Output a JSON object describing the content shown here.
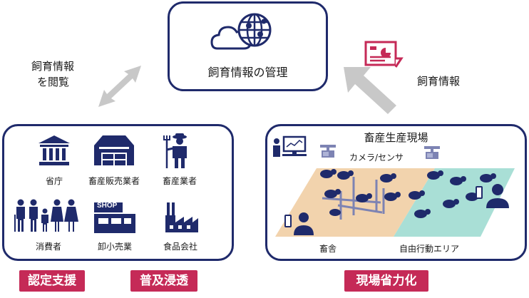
{
  "center_box": {
    "title": "飼育情報の管理"
  },
  "left_arrow_label": {
    "line1": "飼育情報",
    "line2": "を閲覧"
  },
  "right_arrow_label": "飼育情報",
  "stakeholders": {
    "ministry": "省庁",
    "livestock_sales": "畜産販売業者",
    "livestock_farmer": "畜産業者",
    "consumer": "消費者",
    "retail": "卸小売業",
    "food_company": "食品会社",
    "shop_sign": "SHOP"
  },
  "site": {
    "title": "畜産生産現場",
    "camera_label": "カメラ/センサ",
    "barn_label": "畜舎",
    "free_area_label": "自由行動エリア"
  },
  "tags": {
    "certification": "認定支援",
    "diffusion": "普及浸透",
    "labor_saving": "現場省力化"
  },
  "colors": {
    "navy": "#1f2a6b",
    "accent": "#c52a57",
    "arrow_gray": "#c8c8c8",
    "barn_tan": "#f2d3ad",
    "free_area_teal": "#a9dfd6"
  }
}
